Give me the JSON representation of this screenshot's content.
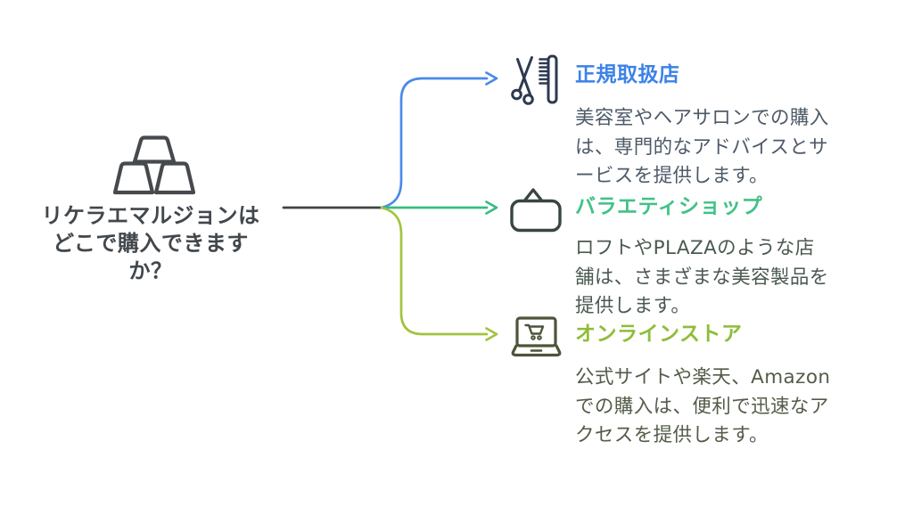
{
  "diagram": {
    "question": {
      "lines": [
        "リケラエマルジョンは",
        "どこで購入できます",
        "か？"
      ],
      "icon": "gold-bars-icon",
      "text_color": "#42474c",
      "connector_color": "#3f4448"
    },
    "branches": [
      {
        "key": "authorized-dealers",
        "icon": "scissors-comb-icon",
        "icon_color": "#2c3a50",
        "title": "正規取扱店",
        "title_color": "#3d82e8",
        "arrow_color": "#4a89ea",
        "body_color": "#4e5a68",
        "body_lines": [
          "美容室やヘアサロンでの購入",
          "は、専門的なアドバイスとサ",
          "ービスを提供します。"
        ]
      },
      {
        "key": "variety-shop",
        "icon": "shop-sign-icon",
        "icon_color": "#39463f",
        "title": "バラエティショップ",
        "title_color": "#41c287",
        "arrow_color": "#35bd7e",
        "body_color": "#4b5950",
        "body_lines": [
          "ロフトやPLAZAのような店",
          "舗は、さまざまな美容製品を",
          "提供します。"
        ]
      },
      {
        "key": "online-store",
        "icon": "laptop-cart-icon",
        "icon_color": "#4c5539",
        "title": "オンラインストア",
        "title_color": "#8fbc3a",
        "arrow_color": "#a0c43e",
        "body_color": "#535c48",
        "body_lines": [
          "公式サイトや楽天、Amazon",
          "での購入は、便利で迅速なア",
          "クセスを提供します。"
        ]
      }
    ],
    "colors": {
      "background": "#ffffff"
    }
  }
}
